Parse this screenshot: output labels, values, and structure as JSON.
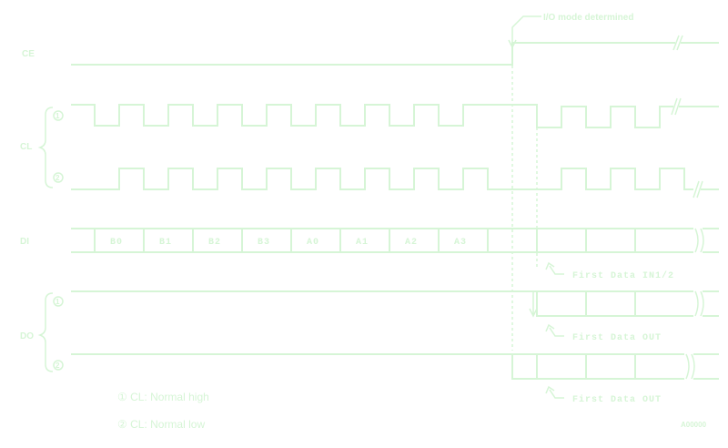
{
  "annotation": "I/O mode determined",
  "signals": {
    "ce": "CE",
    "cl": "CL",
    "di": "DI",
    "do": "DO"
  },
  "markers": {
    "one": "①",
    "two": "②"
  },
  "di_bits": [
    "B0",
    "B1",
    "B2",
    "B3",
    "A0",
    "A1",
    "A2",
    "A3"
  ],
  "callouts": {
    "first_data_in": "First Data  IN1/2",
    "first_data_out_1": "First Data OUT",
    "first_data_out_2": "First Data OUT"
  },
  "legend": {
    "normal_high": "① CL: Normal high",
    "normal_low": "② CL: Normal low"
  },
  "figure_id": "A00000",
  "colors": {
    "line": "#d6f5d6"
  }
}
